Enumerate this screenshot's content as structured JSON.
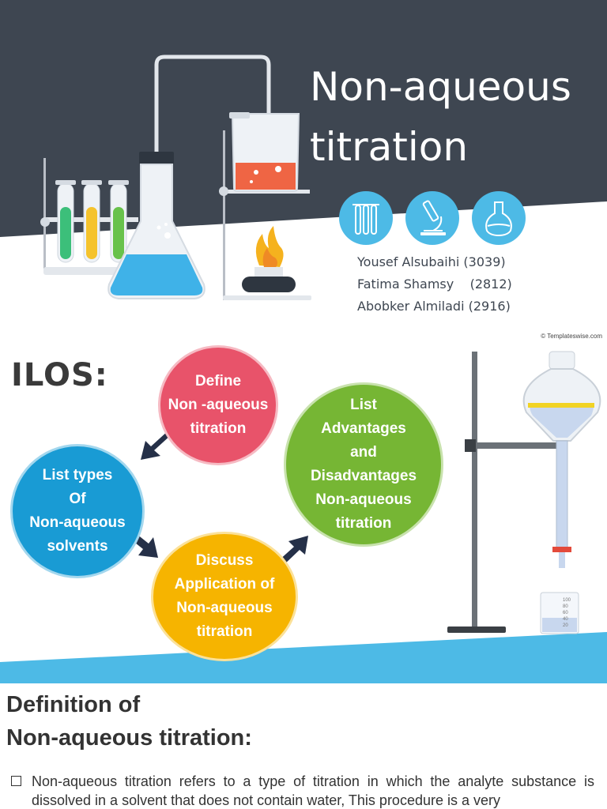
{
  "slide1": {
    "title_line1": "Non-aqueous",
    "title_line2": "titration",
    "authors": [
      "Yousef Alsubaihi (3039)",
      "Fatima Shamsy    (2812)",
      "Abobker Almiladi (2916)"
    ],
    "icons": [
      "test-tubes-icon",
      "microscope-icon",
      "flask-icon"
    ],
    "colors": {
      "dark": "#3e4651",
      "accent": "#4dbae6"
    }
  },
  "slide2": {
    "credit": "© Templateswise.com",
    "heading": "ILOS:",
    "circles": [
      {
        "text": "Define\nNon -aqueous\ntitration",
        "color": "#e8536a"
      },
      {
        "text": "List types\nOf\nNon-aqueous\nsolvents",
        "color": "#199bd4"
      },
      {
        "text": "Discuss\nApplication of\nNon-aqueous\ntitration",
        "color": "#f6b400"
      },
      {
        "text": "List\nAdvantages\nand\nDisadvantages\nNon-aqueous\ntitration",
        "color": "#76b634"
      }
    ],
    "burette_scale": [
      "100",
      "80",
      "60",
      "40",
      "20"
    ]
  },
  "slide3": {
    "heading_line1": "Definition of",
    "heading_line2": "Non-aqueous titration:",
    "bullet": "Non-aqueous titration refers to a type of titration in which the analyte substance is dissolved in a solvent that does not contain water, This procedure is a very"
  }
}
